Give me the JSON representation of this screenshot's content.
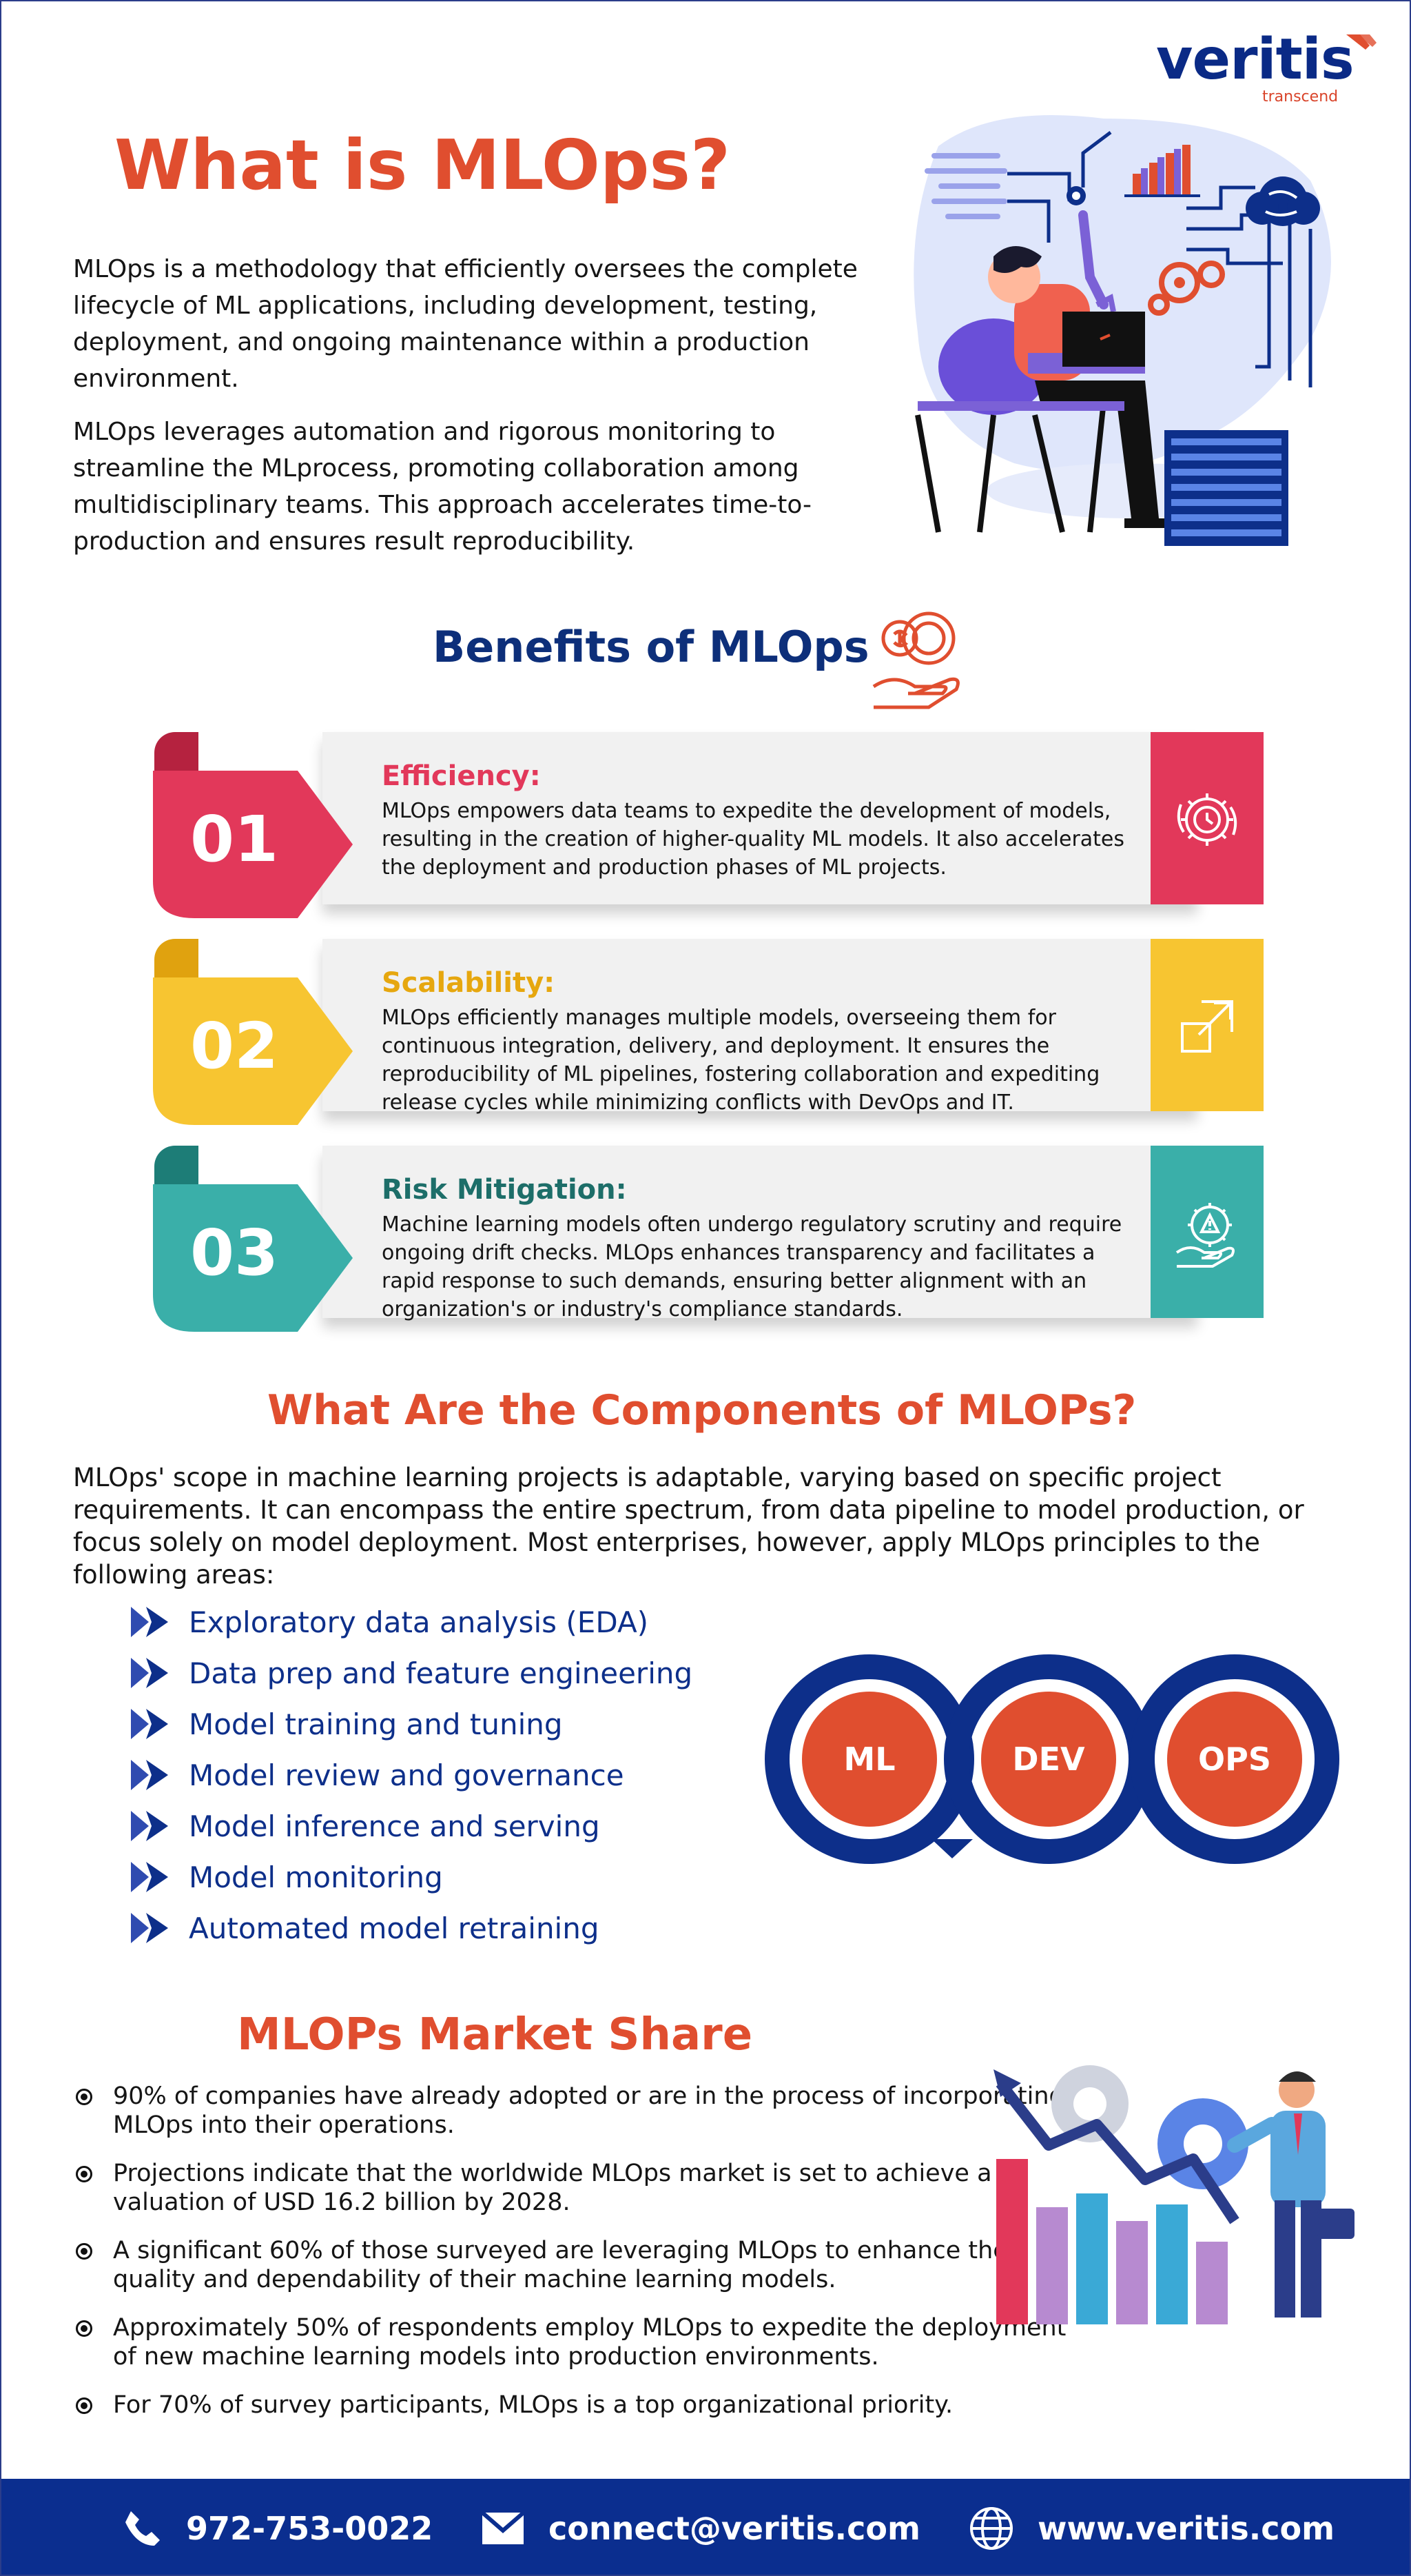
{
  "brand": {
    "name": "veritis",
    "tagline": "transcend",
    "colors": {
      "navy": "#0b2e8f",
      "orange": "#e04e2f"
    }
  },
  "intro": {
    "title": "What is MLOps?",
    "paragraphs": [
      "MLOps is a methodology that efficiently oversees the complete lifecycle of ML applications, including development, testing, deployment, and ongoing maintenance within a production environment.",
      "MLOps leverages automation and rigorous monitoring to streamline the MLprocess, promoting collaboration among multidisciplinary teams. This approach accelerates time-to-production and ensures result reproducibility."
    ]
  },
  "benefits": {
    "title": "Benefits of MLOps",
    "items": [
      {
        "num": "01",
        "title": "Efficiency:",
        "color": "#e2385a",
        "dark": "#b5223f",
        "icon": "gear-clock-icon",
        "text": "MLOps empowers data teams to expedite the development of models, resulting in the creation of higher-quality ML models. It also accelerates the deployment and production phases of ML projects."
      },
      {
        "num": "02",
        "title": "Scalability:",
        "color": "#f7c531",
        "dark": "#e0a20f",
        "icon": "expand-icon",
        "text": "MLOps efficiently manages multiple models, overseeing them for continuous integration, delivery, and deployment. It ensures the reproducibility of ML pipelines, fostering collaboration and expediting release cycles while minimizing conflicts with DevOps and IT."
      },
      {
        "num": "03",
        "title": "Risk Mitigation:",
        "color": "#3aafa9",
        "dark": "#1d7d77",
        "icon": "risk-gear-hand-icon",
        "text": "Machine learning models often undergo regulatory scrutiny and require ongoing drift checks. MLOps enhances transparency and facilitates a rapid response to such demands, ensuring better alignment with an organization's or industry's compliance standards."
      }
    ]
  },
  "components": {
    "title": "What Are the Components of MLOPs?",
    "intro": "MLOps' scope in machine learning projects is adaptable, varying based on specific project requirements. It can encompass the entire spectrum, from data pipeline to model production, or focus solely on model deployment. Most enterprises, however, apply MLOps principles to the following areas:",
    "items": [
      "Exploratory data analysis (EDA)",
      "Data prep and feature engineering",
      "Model training and tuning",
      "Model review and governance",
      "Model inference and serving",
      "Model monitoring",
      "Automated model retraining"
    ],
    "diagram": [
      "ML",
      "DEV",
      "OPS"
    ]
  },
  "market": {
    "title": "MLOPs Market Share",
    "items": [
      "90% of companies have already adopted or are in the process of incorporating MLOps into their operations.",
      "Projections indicate that the worldwide MLOps market is set to achieve a valuation of USD 16.2 billion by 2028.",
      "A significant 60% of those surveyed are leveraging MLOps to enhance the quality and dependability of their machine learning models.",
      "Approximately 50% of respondents employ MLOps to expedite the deployment of new machine learning models into production environments.",
      "For 70% of survey participants, MLOps is a top organizational priority."
    ]
  },
  "footer": {
    "phone": "972-753-0022",
    "email": "connect@veritis.com",
    "website": "www.veritis.com"
  }
}
